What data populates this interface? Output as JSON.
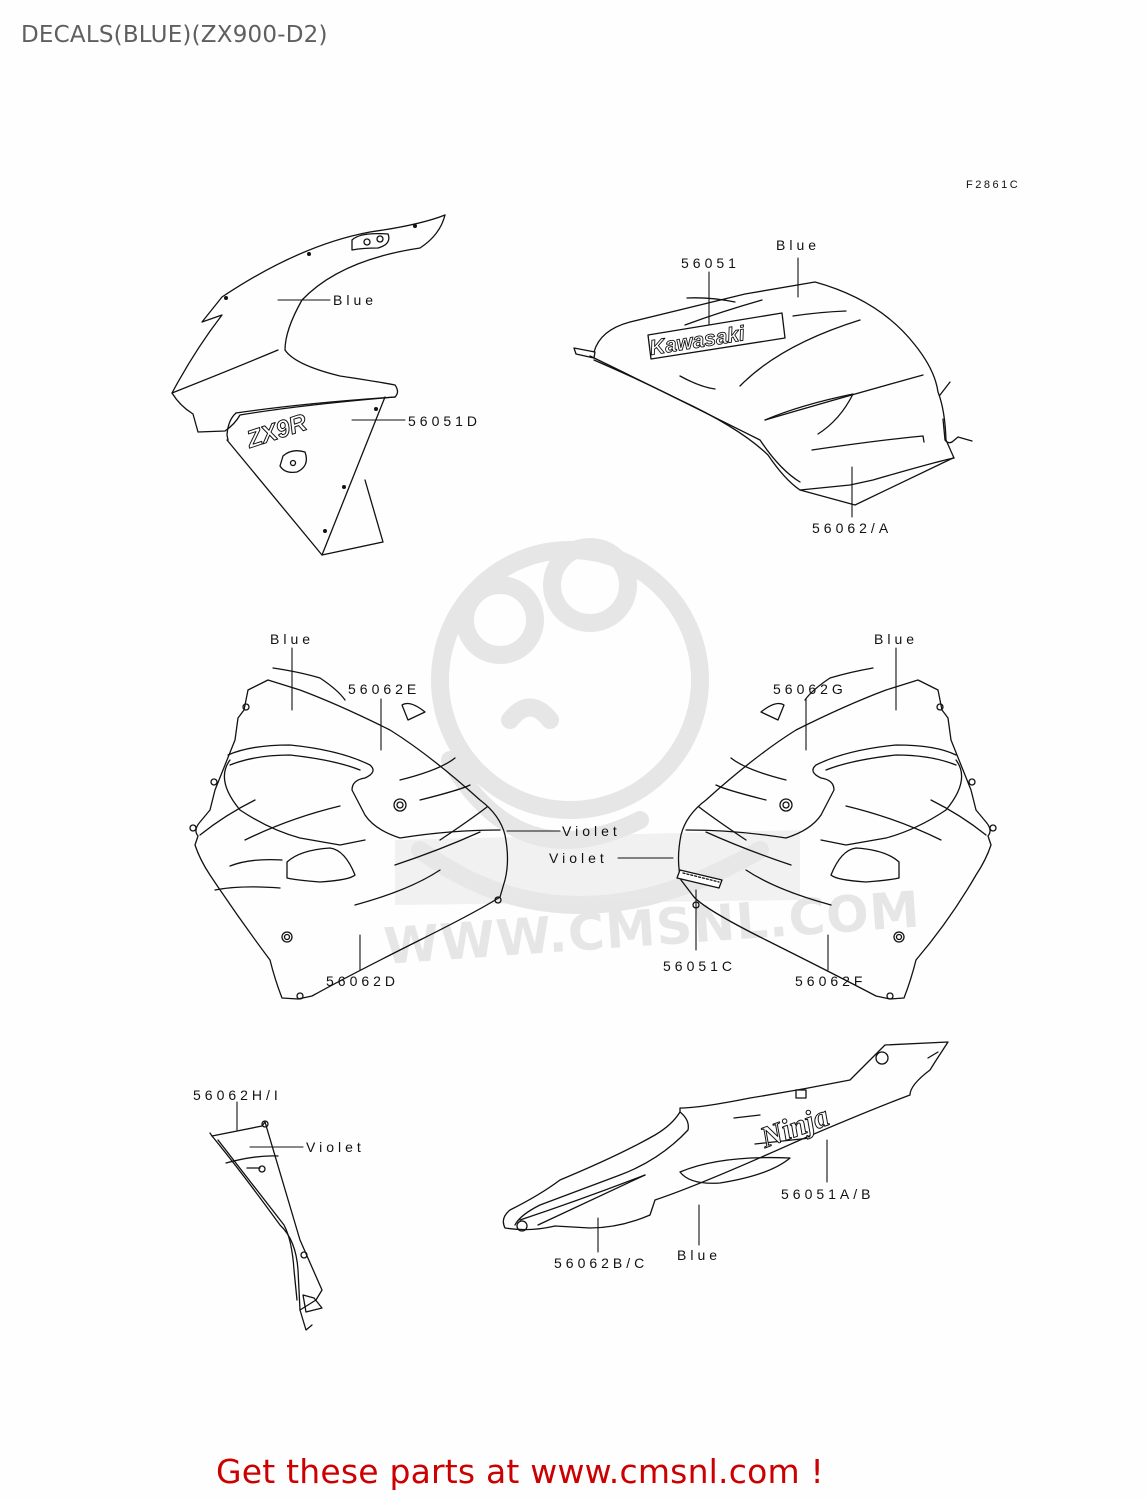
{
  "page": {
    "title": "DECALS(BLUE)(ZX900-D2)",
    "figure_code": "F2861C"
  },
  "watermark": {
    "text": "WWW.CMSNL.COM",
    "color": "#e4e4e4"
  },
  "diagrams": {
    "upper_fairing": {
      "callouts": [
        {
          "label": "Blue",
          "type": "color"
        },
        {
          "label": "56051D",
          "type": "part"
        }
      ]
    },
    "fuel_tank": {
      "logo_text": "Kawasaki",
      "callouts": [
        {
          "label": "Blue",
          "type": "color"
        },
        {
          "label": "56051",
          "type": "part"
        },
        {
          "label": "56062/A",
          "type": "part"
        }
      ]
    },
    "left_side_fairing": {
      "callouts": [
        {
          "label": "Blue",
          "type": "color"
        },
        {
          "label": "56062E",
          "type": "part"
        },
        {
          "label": "Violet",
          "type": "color"
        },
        {
          "label": "56062D",
          "type": "part"
        }
      ]
    },
    "right_side_fairing": {
      "callouts": [
        {
          "label": "Blue",
          "type": "color"
        },
        {
          "label": "56062G",
          "type": "part"
        },
        {
          "label": "Violet",
          "type": "color"
        },
        {
          "label": "56051C",
          "type": "part"
        },
        {
          "label": "56062F",
          "type": "part"
        }
      ]
    },
    "inner_panel": {
      "callouts": [
        {
          "label": "56062H/I",
          "type": "part"
        },
        {
          "label": "Violet",
          "type": "color"
        }
      ]
    },
    "tail_cowl": {
      "callouts": [
        {
          "label": "56051A/B",
          "type": "part"
        },
        {
          "label": "56062B/C",
          "type": "part"
        },
        {
          "label": "Blue",
          "type": "color"
        }
      ]
    }
  },
  "footer": {
    "cta_text": "Get these parts at www.cmsnl.com !",
    "cta_color": "#cc0000"
  },
  "colors": {
    "title_gray": "#5f5f5f",
    "line": "#111111",
    "background": "#fdfefd"
  }
}
